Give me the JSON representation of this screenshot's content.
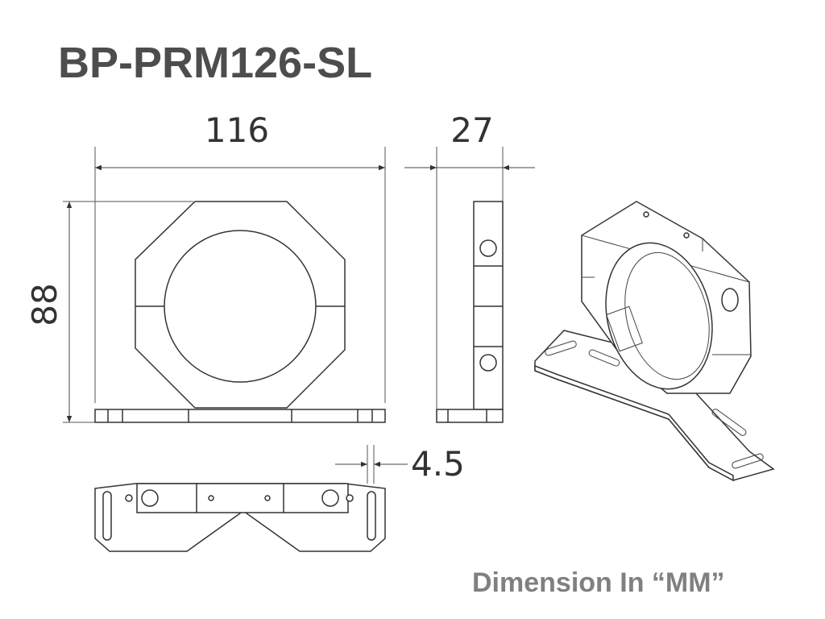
{
  "title": "BP-PRM126-SL",
  "dimensions": {
    "width": "116",
    "depth": "27",
    "height": "88",
    "thickness": "4.5"
  },
  "footer": "Dimension In “MM”",
  "colors": {
    "title": "#4d4d4d",
    "line": "#333333",
    "footer": "#808080"
  }
}
